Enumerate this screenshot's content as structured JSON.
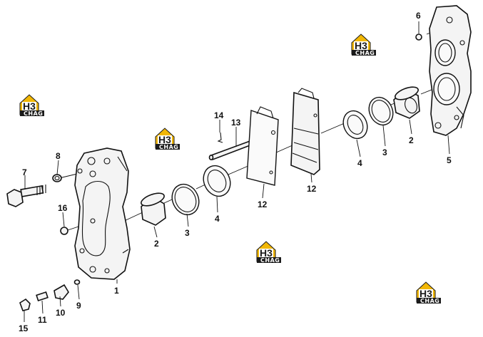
{
  "callouts": {
    "c1": "1",
    "c2a": "2",
    "c2b": "2",
    "c3a": "3",
    "c3b": "3",
    "c4a": "4",
    "c4b": "4",
    "c5": "5",
    "c6": "6",
    "c7": "7",
    "c8": "8",
    "c9": "9",
    "c10": "10",
    "c11": "11",
    "c12a": "12",
    "c12b": "12",
    "c13": "13",
    "c14": "14",
    "c15": "15",
    "c16": "16"
  },
  "watermark": {
    "letters": "H3",
    "word": "CHAG"
  },
  "colors": {
    "logo_yellow": "#f2b705",
    "logo_dark": "#1a1a1a",
    "ink": "#111111"
  }
}
